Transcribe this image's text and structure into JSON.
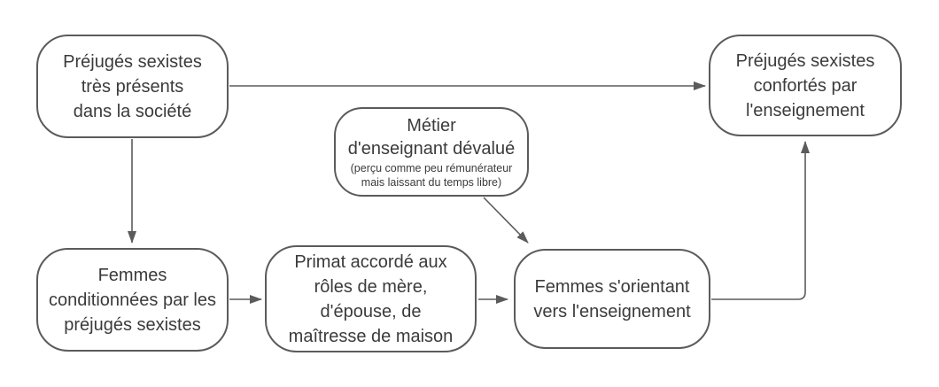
{
  "diagram": {
    "background_color": "#ffffff",
    "stroke_color": "#5b5b5b",
    "text_color": "#3b3b3b",
    "nodes": {
      "prejuges_societe": {
        "label": "Préjugés sexistes\ntrès présents\ndans la société"
      },
      "prejuges_confortes": {
        "label": "Préjugés sexistes\nconfortés par\nl'enseignement"
      },
      "metier_devalue": {
        "label": "Métier\nd'enseignant dévalué",
        "sublabel": "(perçu comme peu rémunérateur\nmais laissant du temps libre)"
      },
      "femmes_conditionnees": {
        "label": "Femmes\nconditionnées par les\npréjugés sexistes"
      },
      "primat_roles": {
        "label": "Primat accordé aux\nrôles de mère,\nd'épouse, de\nmaîtresse de maison"
      },
      "femmes_orientant": {
        "label": "Femmes s'orientant\nvers l'enseignement"
      }
    },
    "edges": [
      {
        "from": "prejuges_societe",
        "to": "prejuges_confortes"
      },
      {
        "from": "prejuges_societe",
        "to": "femmes_conditionnees"
      },
      {
        "from": "metier_devalue",
        "to": "femmes_orientant"
      },
      {
        "from": "femmes_conditionnees",
        "to": "primat_roles"
      },
      {
        "from": "primat_roles",
        "to": "femmes_orientant"
      },
      {
        "from": "femmes_orientant",
        "to": "prejuges_confortes"
      }
    ]
  }
}
